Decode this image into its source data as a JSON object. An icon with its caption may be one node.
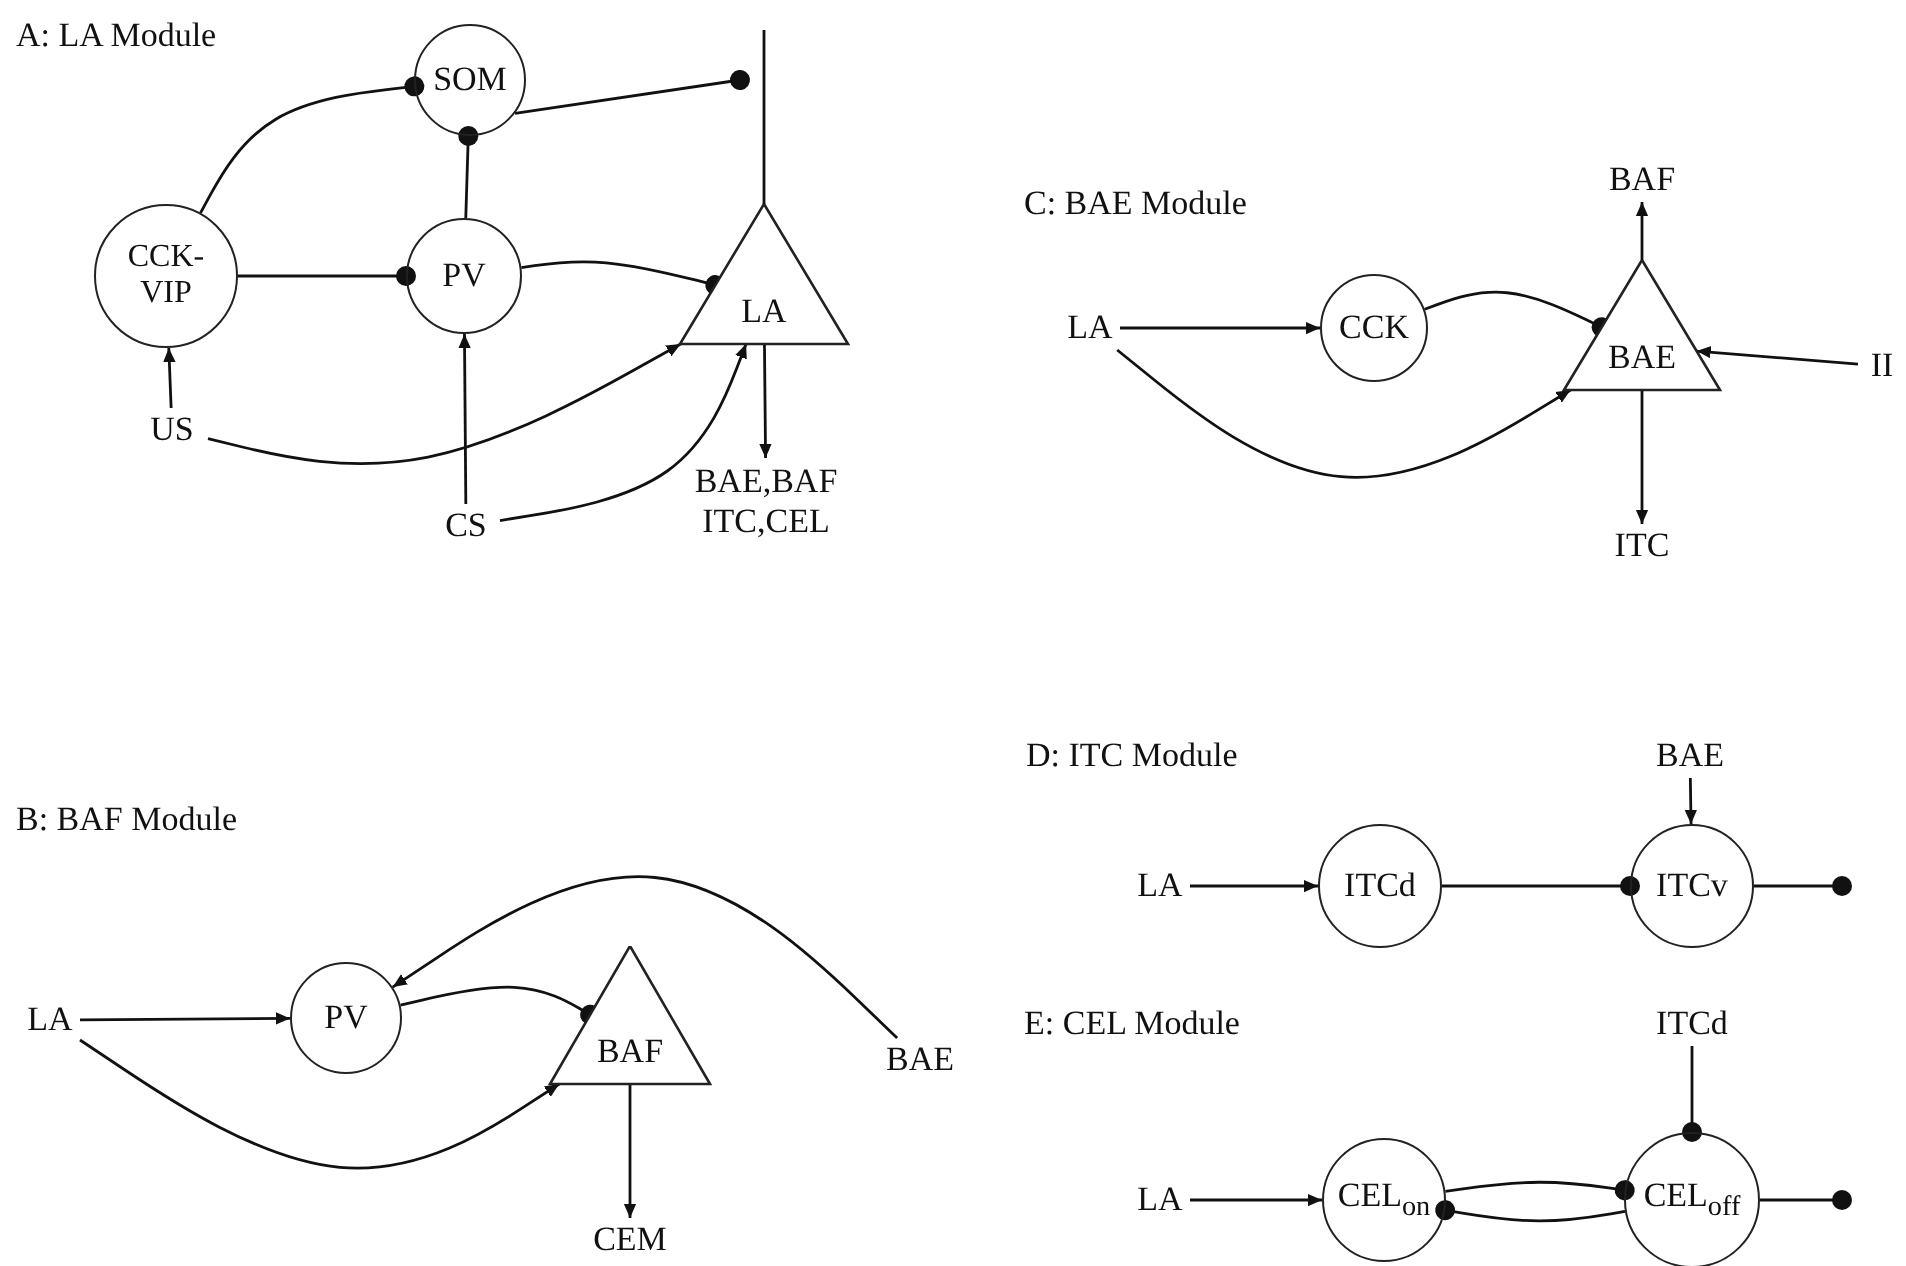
{
  "diagram": {
    "nodes": [
      {
        "text": [
          "SOM"
        ]
      },
      {
        "text": [
          "CCK-VIP"
        ]
      },
      {
        "text": [
          "PV"
        ]
      },
      {
        "text": [
          "LA"
        ]
      },
      {
        "text": [
          "US"
        ]
      },
      {
        "text": [
          "CS"
        ]
      },
      {
        "text": [
          "BAE,BAF ITC,CEL"
        ]
      },
      {
        "text": [
          "BAF"
        ]
      },
      {
        "text": [
          "LA"
        ]
      },
      {
        "text": [
          "CCK"
        ]
      },
      {
        "text": [
          "BAE"
        ]
      },
      {
        "text": [
          "II"
        ]
      },
      {
        "text": [
          "ITC"
        ]
      },
      {
        "text": [
          "LA"
        ]
      },
      {
        "text": [
          "PV"
        ]
      },
      {
        "text": [
          "BAF"
        ]
      },
      {
        "text": [
          "BAE"
        ]
      },
      {
        "text": [
          "CEM"
        ]
      },
      {
        "text": [
          "BAE"
        ]
      },
      {
        "text": [
          "LA"
        ]
      },
      {
        "text": [
          "ITCd"
        ]
      },
      {
        "text": [
          "ITCv"
        ]
      },
      {
        "text": [
          "ITCd"
        ]
      },
      {
        "text": [
          "LA"
        ]
      },
      {
        "text": [
          "CEL$_{on}$"
        ]
      },
      {
        "text": [
          "CEL$_{off}$"
        ]
      }
    ],
    "edges": [
      {
        "from": 1,
        "to": 0,
        "arrow": "other"
      },
      {
        "from": 1,
        "to": 2,
        "arrow": "other"
      },
      {
        "from": 2,
        "to": 0,
        "arrow": "other"
      },
      {
        "from": 0,
        "to": 3,
        "arrow": "other"
      },
      {
        "from": 2,
        "to": 3,
        "arrow": "other"
      },
      {
        "from": 4,
        "to": 1,
        "arrow": "to"
      },
      {
        "from": 4,
        "to": 3,
        "arrow": "to"
      },
      {
        "from": 5,
        "to": 2,
        "arrow": "to"
      },
      {
        "from": 5,
        "to": 3,
        "arrow": "to"
      },
      {
        "from": 3,
        "to": 6,
        "arrow": "to"
      },
      {
        "from": 8,
        "to": 9,
        "arrow": "to"
      },
      {
        "from": 9,
        "to": 10,
        "arrow": "other"
      },
      {
        "from": 8,
        "to": 10,
        "arrow": "to"
      },
      {
        "from": 10,
        "to": 7,
        "arrow": "to"
      },
      {
        "from": 11,
        "to": 10,
        "arrow": "to"
      },
      {
        "from": 10,
        "to": 12,
        "arrow": "to"
      },
      {
        "from": 16,
        "to": 14,
        "arrow": "to"
      },
      {
        "from": 13,
        "to": 14,
        "arrow": "to"
      },
      {
        "from": 14,
        "to": 15,
        "arrow": "other"
      },
      {
        "from": 13,
        "to": 15,
        "arrow": "to"
      },
      {
        "from": 15,
        "to": 17,
        "arrow": "to"
      },
      {
        "from": 19,
        "to": 20,
        "arrow": "to"
      },
      {
        "from": 20,
        "to": 21,
        "arrow": "other"
      },
      {
        "from": 18,
        "to": 21,
        "arrow": "to"
      },
      {
        "from": 21,
        "to": null,
        "arrow": "other"
      },
      {
        "from": 23,
        "to": 24,
        "arrow": "to"
      },
      {
        "from": 22,
        "to": 25,
        "arrow": "other"
      },
      {
        "from": 24,
        "to": 25,
        "arrow": "other"
      },
      {
        "from": 25,
        "to": 24,
        "arrow": "other"
      },
      {
        "from": 25,
        "to": null,
        "arrow": "other"
      }
    ],
    "labels": [
      "A: LA Module",
      "C: BAE Module",
      "D: ITC Module",
      "B: BAF Module",
      "E: CEL Module"
    ]
  }
}
